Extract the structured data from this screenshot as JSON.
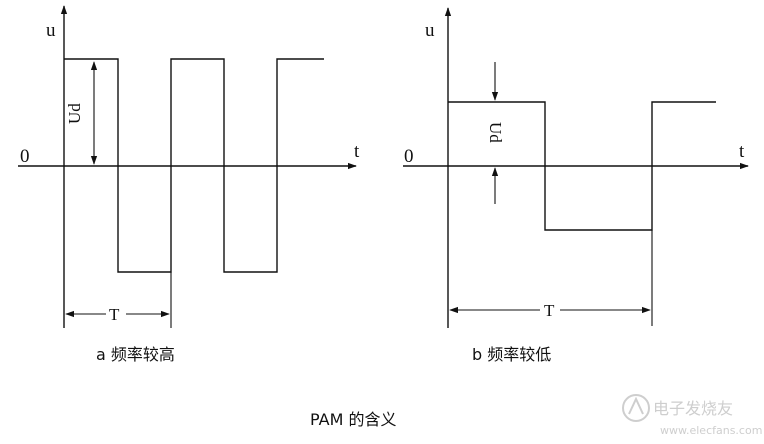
{
  "panel_a": {
    "axis_y": "u",
    "axis_x": "t",
    "origin": "0",
    "amplitude_label": "Ud",
    "period_label": "T",
    "caption": "a 频率较高"
  },
  "panel_b": {
    "axis_y": "u",
    "axis_x": "t",
    "origin": "0",
    "amplitude_label": "Ud",
    "period_label": "T",
    "caption": "b 频率较低"
  },
  "figure_title": "PAM 的含义",
  "watermark": "电子发烧友",
  "watermark_url": "www.elecfans.com"
}
